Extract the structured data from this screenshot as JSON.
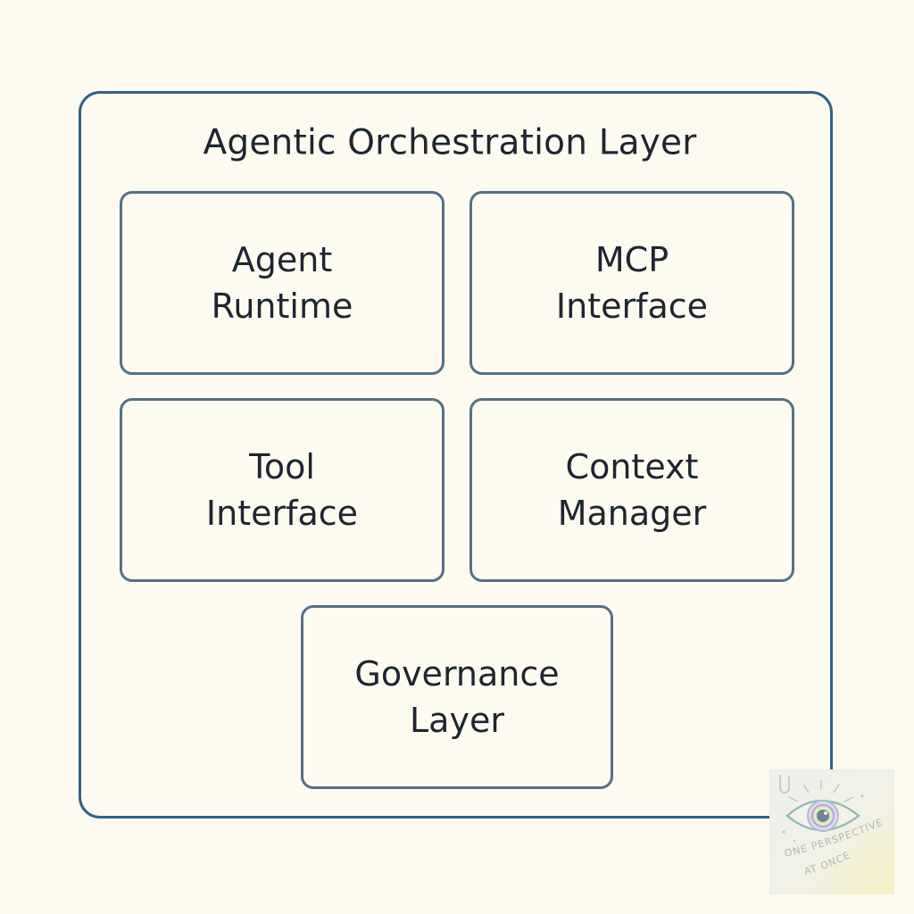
{
  "diagram": {
    "title": "Agentic Orchestration Layer",
    "components": [
      {
        "line1": "Agent",
        "line2": "Runtime"
      },
      {
        "line1": "MCP",
        "line2": "Interface"
      },
      {
        "line1": "Tool",
        "line2": "Interface"
      },
      {
        "line1": "Context",
        "line2": "Manager"
      },
      {
        "line1": "Governance",
        "line2": "Layer"
      }
    ]
  },
  "watermark": {
    "text": "ONE PERSPECTIVE AT ONCE",
    "icon": "eye-icon"
  },
  "colors": {
    "background": "#fdfbf0",
    "outer_border": "#2f6187",
    "box_border": "#566f86",
    "text": "#1f2530"
  }
}
